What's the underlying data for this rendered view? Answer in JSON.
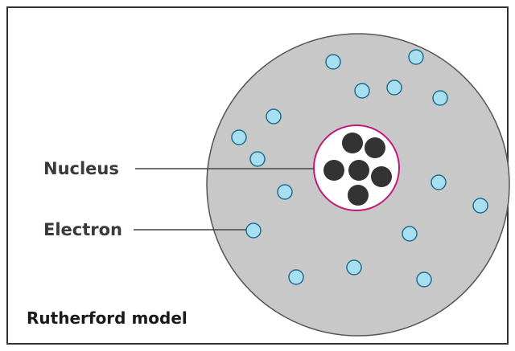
{
  "labels": {
    "nucleus": "Nucleus",
    "electron": "Electron",
    "caption": "Rutherford model"
  },
  "colors": {
    "frame_stroke": "#333333",
    "atom_fill": "#c8c8c8",
    "atom_stroke": "#555555",
    "nucleus_fill": "#ffffff",
    "nucleus_ring": "#c2187a",
    "particle_fill": "#333333",
    "electron_fill": "#a8dff0",
    "electron_stroke": "#1f6d8c",
    "leader_line": "#444444"
  }
}
